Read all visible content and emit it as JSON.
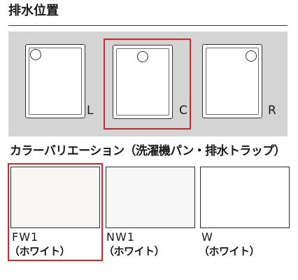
{
  "drain_section": {
    "title": "排水位置",
    "options": [
      {
        "label": "L",
        "selected": false
      },
      {
        "label": "C",
        "selected": true
      },
      {
        "label": "R",
        "selected": false
      }
    ]
  },
  "color_section": {
    "title": "カラーバリエーション（洗濯機パン・排水トラップ）",
    "options": [
      {
        "code": "FW1",
        "name": "（ホワイト）",
        "swatch": "#f8f6f4",
        "selected": true
      },
      {
        "code": "NW1",
        "name": "（ホワイト）",
        "swatch": "#f7f7f7",
        "selected": false
      },
      {
        "code": "W",
        "name": "（ホワイト）",
        "swatch": "#ffffff",
        "selected": false
      }
    ]
  },
  "colors": {
    "selection_border": "#d6242b",
    "panel_background": "#d4d4d4"
  }
}
